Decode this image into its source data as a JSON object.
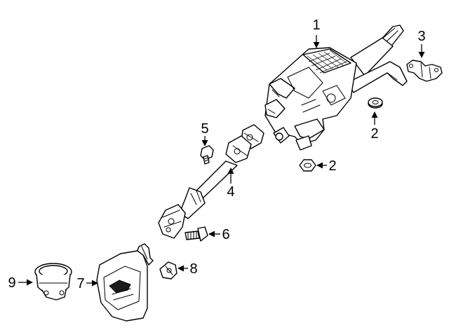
{
  "diagram": {
    "callouts": [
      {
        "id": "1",
        "label": "1"
      },
      {
        "id": "2a",
        "label": "2"
      },
      {
        "id": "2b",
        "label": "2"
      },
      {
        "id": "3",
        "label": "3"
      },
      {
        "id": "4",
        "label": "4"
      },
      {
        "id": "5",
        "label": "5"
      },
      {
        "id": "6",
        "label": "6"
      },
      {
        "id": "7",
        "label": "7"
      },
      {
        "id": "8",
        "label": "8"
      },
      {
        "id": "9",
        "label": "9"
      }
    ],
    "colors": {
      "line": "#000000",
      "background": "#ffffff"
    }
  }
}
